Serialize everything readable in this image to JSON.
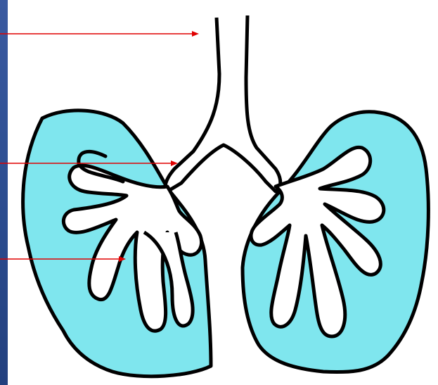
{
  "diagram": {
    "subject": "lungs",
    "colors": {
      "background": "#2b4c8f",
      "panel": "#ffffff",
      "lung_fill": "#7fe6ee",
      "outline": "#000000",
      "pointer": "#e00000"
    },
    "pointers": [
      {
        "target": "trachea"
      },
      {
        "target": "bronchus"
      },
      {
        "target": "bronchioles"
      }
    ]
  }
}
